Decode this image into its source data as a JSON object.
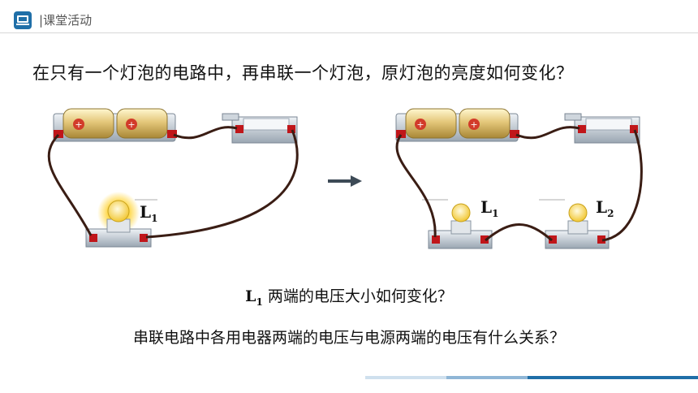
{
  "header": {
    "title": "课堂活动"
  },
  "question": "在只有一个灯泡的电路中，再串联一个灯泡，原灯泡的亮度如何变化？",
  "labels": {
    "l1_left": "L",
    "l1_left_sub": "1",
    "l1_right": "L",
    "l1_right_sub": "1",
    "l2_right": "L",
    "l2_right_sub": "2"
  },
  "q2": {
    "l": "L",
    "sub": "1",
    "text": " 两端的电压大小如何变化？"
  },
  "q3": "串联电路中各用电器两端的电压与电源两端的电压有什么关系？",
  "colors": {
    "accent": "#1f6fa8",
    "wire": "#3a1d14",
    "terminal": "#c0161a"
  }
}
